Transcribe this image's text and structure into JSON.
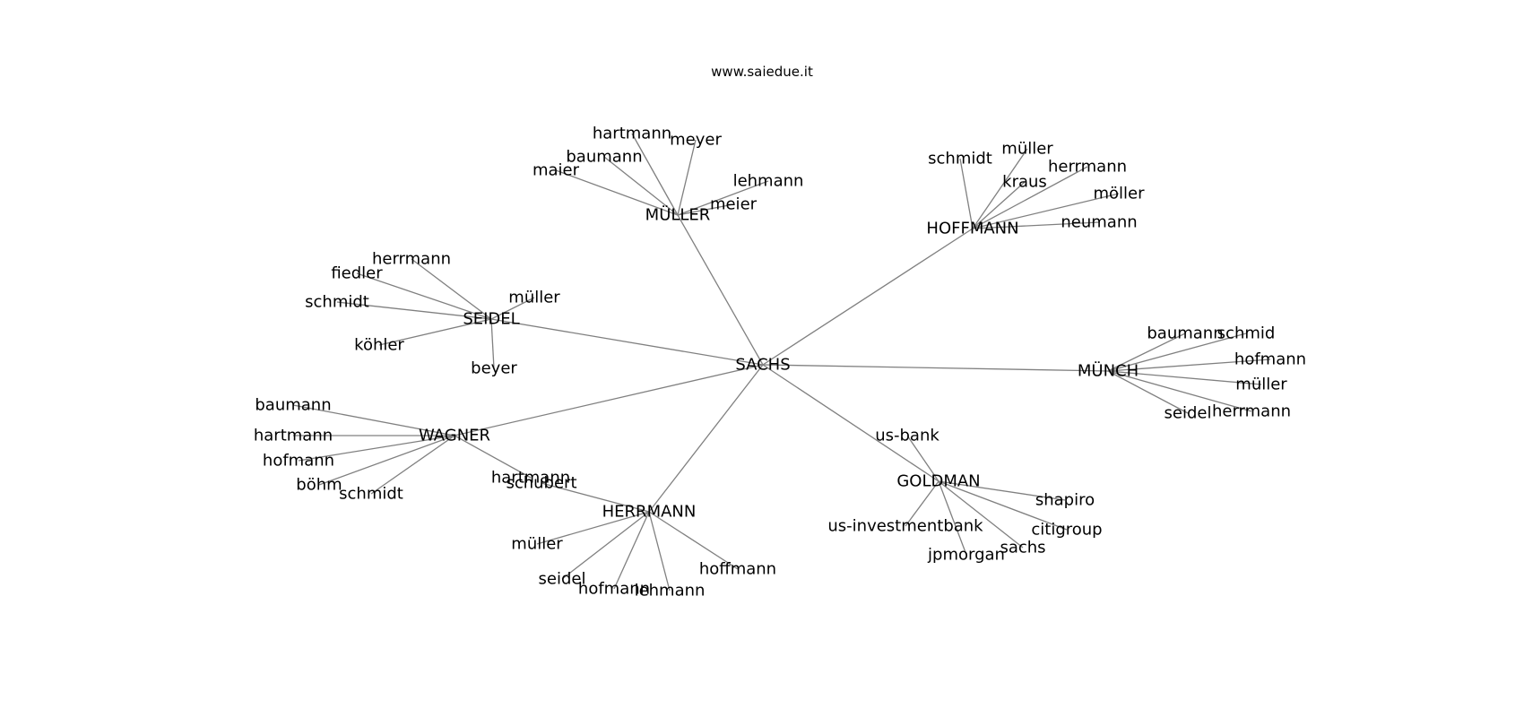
{
  "watermark": "www.saiedue.it",
  "diagram": {
    "center": "SACHS",
    "hubs": [
      {
        "name": "MÜLLER",
        "leaves": [
          "hartmann",
          "meyer",
          "baumann",
          "maier",
          "lehmann",
          "meier"
        ]
      },
      {
        "name": "HOFFMANN",
        "leaves": [
          "schmidt",
          "müller",
          "herrmann",
          "kraus",
          "möller",
          "neumann"
        ]
      },
      {
        "name": "SEIDEL",
        "leaves": [
          "herrmann",
          "fiedler",
          "schmidt",
          "müller",
          "köhler",
          "beyer"
        ]
      },
      {
        "name": "MÜNCH",
        "leaves": [
          "baumann",
          "schmid",
          "hofmann",
          "müller",
          "seidel",
          "herrmann"
        ]
      },
      {
        "name": "WAGNER",
        "leaves": [
          "baumann",
          "hartmann",
          "hofmann",
          "böhm",
          "schmidt",
          "hartmann"
        ]
      },
      {
        "name": "GOLDMAN",
        "leaves": [
          "us-bank",
          "shapiro",
          "us-investmentbank",
          "citigroup",
          "jpmorgan",
          "sachs"
        ]
      },
      {
        "name": "HERRMANN",
        "leaves": [
          "schubert",
          "müller",
          "hoffmann",
          "seidel",
          "hofmann",
          "lehmann"
        ]
      }
    ]
  }
}
